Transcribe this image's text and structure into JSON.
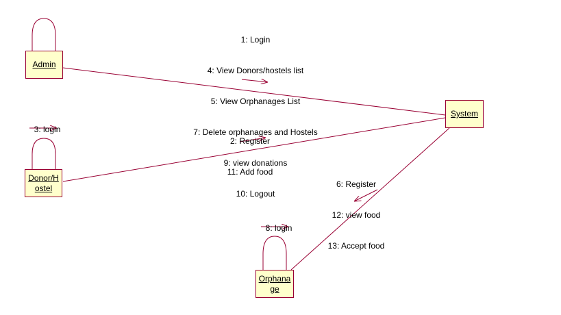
{
  "objects": {
    "admin": "Admin",
    "system": "System",
    "donor_line1": "Donor/H",
    "donor_line2": "ostel",
    "orphanage_line1": "Orphana",
    "orphanage_line2": "ge"
  },
  "messages": {
    "admin_system": [
      "1: Login",
      "4: View Donors/hostels list",
      "5: View Orphanages List",
      "7: Delete orphanages and Hostels",
      "9: view donations",
      "10: Logout"
    ],
    "donor_system": [
      "2: Register",
      "11: Add food"
    ],
    "orphanage_system": [
      "6: Register",
      "12: view food",
      "13: Accept food"
    ],
    "donor_self": "3: login",
    "orphanage_self": "8: login"
  },
  "colors": {
    "link": "#990033",
    "box_fill": "#ffffcc",
    "box_border": "#990033"
  }
}
